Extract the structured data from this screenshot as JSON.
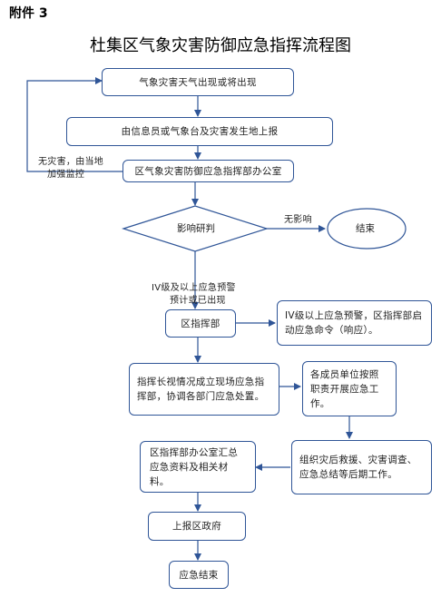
{
  "header": {
    "attachment": "附件 3",
    "title": "杜集区气象灾害防御应急指挥流程图"
  },
  "nodes": {
    "n1": "气象灾害天气出现或将出现",
    "n2": "由信息员或气象台及灾害发生地上报",
    "n3": "区气象灾害防御应急指挥部办公室",
    "decision": "影响研判",
    "end1": "结束",
    "n4": "区指挥部",
    "n5": "IV级以上应急预警，区指挥部启动应急命令（响应）。",
    "n6": "指挥长视情况成立现场应急指挥部，协调各部门应急处置。",
    "n7": "各成员单位按照职责开展应急工作。",
    "n8": "区指挥部办公室汇总应急资料及相关材料。",
    "n9": "组织灾后救援、灾害调查、应急总结等后期工作。",
    "n10": "上报区政府",
    "n11": "应急结束"
  },
  "edge_labels": {
    "no_disaster_line1": "无灾害，由当地",
    "no_disaster_line2": "加强监控",
    "no_impact": "无影响",
    "warning_line1": "IV级及以上应急预警",
    "warning_line2": "预计或已出现"
  },
  "colors": {
    "box_border": "#2f5597",
    "arrow": "#2f5597"
  }
}
